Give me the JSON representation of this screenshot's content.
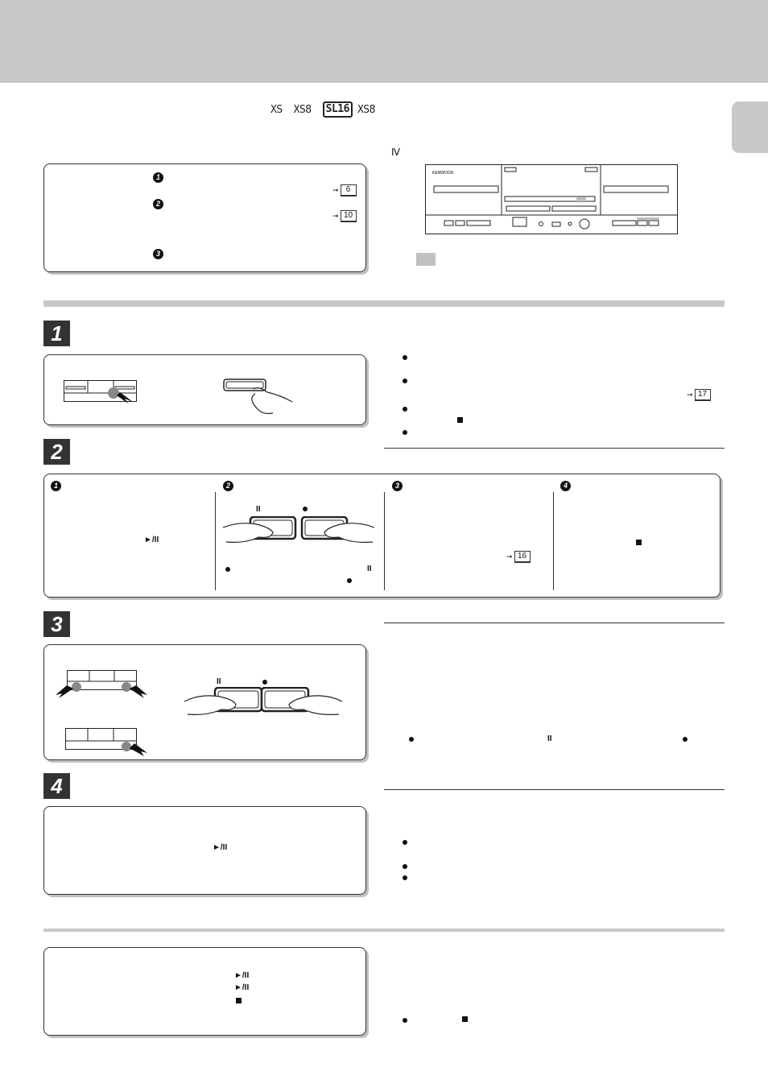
{
  "header": {
    "models": [
      "XS",
      "XS8",
      "SL16",
      "XS8"
    ]
  },
  "intro": {
    "roman_label": "Ⅳ",
    "steps": [
      {
        "num": "1",
        "ref_page": "6"
      },
      {
        "num": "2",
        "ref_page": "10"
      },
      {
        "num": "3"
      }
    ],
    "deck_logo": "KENWOOD"
  },
  "steps": [
    {
      "num": "1",
      "ref_page": "17"
    },
    {
      "num": "2",
      "sub": [
        "1",
        "2",
        "3",
        "4"
      ],
      "ref_page": "16",
      "play_pause": "►/II",
      "pause": "II"
    },
    {
      "num": "3",
      "pause": "II"
    },
    {
      "num": "4",
      "play_pause": "►/II"
    }
  ],
  "bottom": {
    "play_pause_1": "►/II",
    "play_pause_2": "►/II"
  },
  "colors": {
    "band": "#c8c8c8",
    "ink": "#111111",
    "panel_shadow": "#bfbfbf"
  }
}
